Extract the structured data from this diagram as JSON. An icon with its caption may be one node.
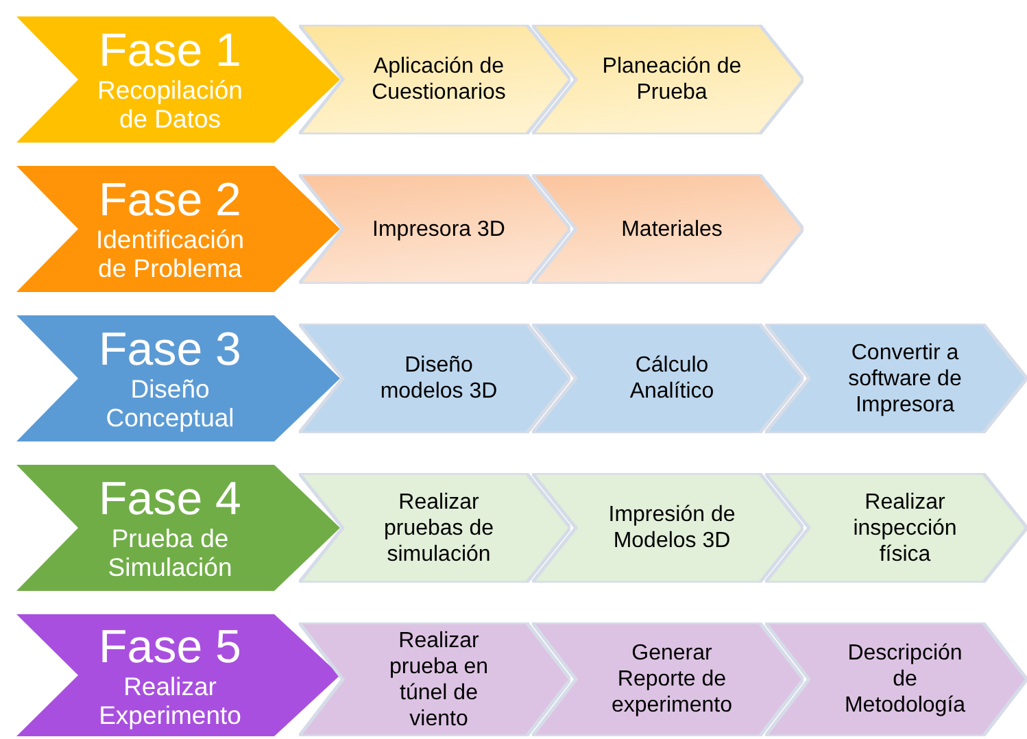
{
  "diagram": {
    "nodes": [
      {
        "text": [
          "Fase 1",
          "Recopilación de Datos"
        ]
      },
      {
        "text": [
          "Aplicación de Cuestionarios"
        ]
      },
      {
        "text": [
          "Planeación de Prueba"
        ]
      },
      {
        "text": [
          "Fase 2",
          "Identificación de Problema"
        ]
      },
      {
        "text": [
          "Impresora 3D"
        ]
      },
      {
        "text": [
          "Materiales"
        ]
      },
      {
        "text": [
          "Fase 3",
          "Diseño Conceptual"
        ]
      },
      {
        "text": [
          "Diseño modelos 3D"
        ]
      },
      {
        "text": [
          "Cálculo Analítico"
        ]
      },
      {
        "text": [
          "Convertir a software de Impresora"
        ]
      },
      {
        "text": [
          "Fase 4",
          "Prueba de Simulación"
        ]
      },
      {
        "text": [
          "Realizar pruebas de simulación"
        ]
      },
      {
        "text": [
          "Impresión de Modelos 3D"
        ]
      },
      {
        "text": [
          "Realizar inspección física"
        ]
      },
      {
        "text": [
          "Fase 5",
          "Realizar Experimento"
        ]
      },
      {
        "text": [
          "Realizar prueba en túnel de viento"
        ]
      },
      {
        "text": [
          "Generar Reporte de experimento"
        ]
      },
      {
        "text": [
          "Descripción de Metodología"
        ]
      }
    ]
  }
}
